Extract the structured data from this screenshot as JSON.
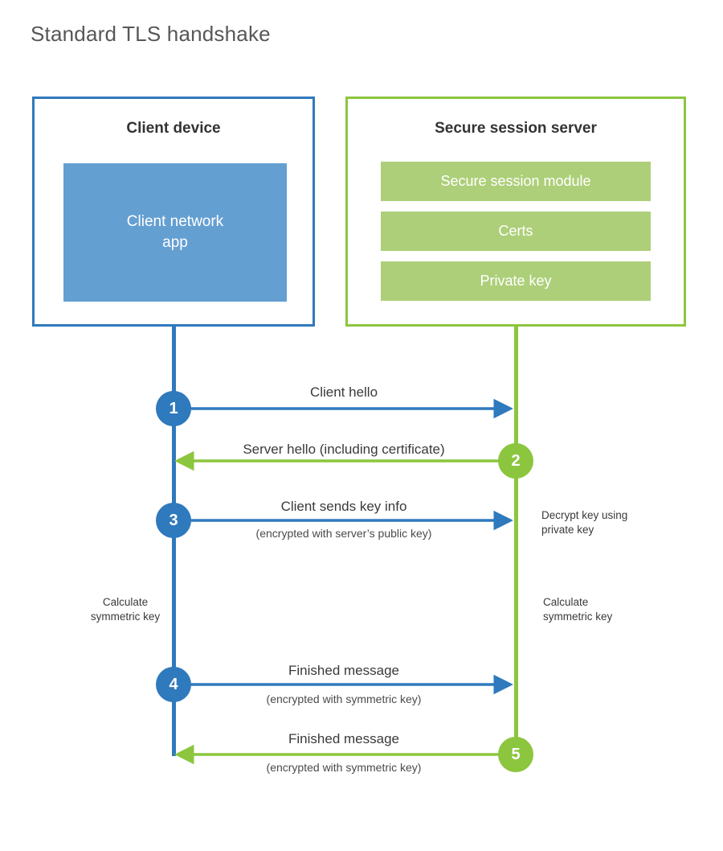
{
  "page_title": "Standard TLS handshake",
  "colors": {
    "client_blue": "#2f79bd",
    "client_app_fill": "#649fd2",
    "server_green": "#8cc63e",
    "server_bar_fill": "#adcf79",
    "title_text": "#575757",
    "body_text": "#3a3a3a",
    "background": "#ffffff"
  },
  "client": {
    "title": "Client device",
    "app_label": "Client network\napp"
  },
  "server": {
    "title": "Secure session server",
    "bars": [
      {
        "label": "Secure session module"
      },
      {
        "label": "Certs"
      },
      {
        "label": "Private key"
      }
    ]
  },
  "steps": [
    {
      "number": "1",
      "actor": "client",
      "direction": "client-to-server",
      "label": "Client hello",
      "sublabel": ""
    },
    {
      "number": "2",
      "actor": "server",
      "direction": "server-to-client",
      "label": "Server hello (including certificate)",
      "sublabel": ""
    },
    {
      "number": "3",
      "actor": "client",
      "direction": "client-to-server",
      "label": "Client sends key info",
      "sublabel": "(encrypted with server’s public key)"
    },
    {
      "number": "4",
      "actor": "client",
      "direction": "client-to-server",
      "label": "Finished message",
      "sublabel": "(encrypted with symmetric key)"
    },
    {
      "number": "5",
      "actor": "server",
      "direction": "server-to-client",
      "label": "Finished message",
      "sublabel": "(encrypted with symmetric key)"
    }
  ],
  "notes": {
    "decrypt": "Decrypt key using\nprivate key",
    "calculate_client": "Calculate\nsymmetric key",
    "calculate_server": "Calculate\nsymmetric key"
  }
}
